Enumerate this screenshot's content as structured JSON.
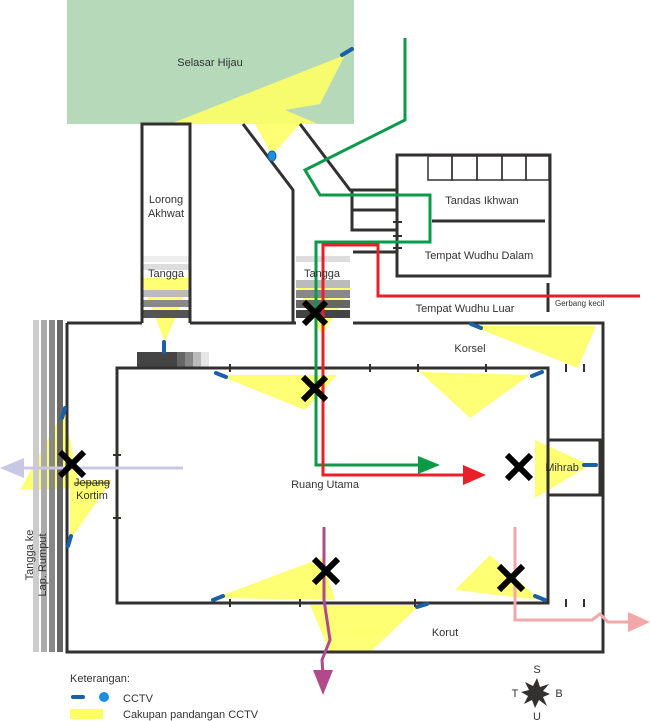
{
  "rooms": {
    "selasar": "Selasar Hijau",
    "lorong_1": "Lorong",
    "lorong_2": "Akhwat",
    "tangga_left": "Tangga",
    "tangga_mid": "Tangga",
    "tandas": "Tandas Ikhwan",
    "wudhu_dalam": "Tempat Wudhu Dalam",
    "wudhu_luar": "Tempat Wudhu Luar",
    "gerbang": "Gerbang kecil",
    "korsel": "Korsel",
    "ruang_utama": "Ruang Utama",
    "mihrab": "Mihrab",
    "jepang": "Jepang",
    "kortim": "Kortim",
    "tangga_lap_1": "Tangga ke",
    "tangga_lap_2": "Lap. Rumput",
    "korut": "Korut"
  },
  "legend": {
    "title": "Keterangan:",
    "cctv": "CCTV",
    "coverage": "Cakupan pandangan CCTV"
  },
  "compass": {
    "north": "S",
    "west": "T",
    "east": "B",
    "south": "U"
  },
  "colors": {
    "wall": "#333030",
    "green_area": "#b5d9b9",
    "coverage": "#ffff66",
    "cctv": "#1a8fe0",
    "route_green": "#0a9a48",
    "route_red": "#e8202a",
    "route_purple": "#b04a8a",
    "route_pink": "#f2a8a8",
    "route_lavender": "#c8c8e6"
  },
  "icons": [
    "cctv-icon",
    "blocked-x-icon",
    "compass-icon",
    "arrow-icon"
  ]
}
